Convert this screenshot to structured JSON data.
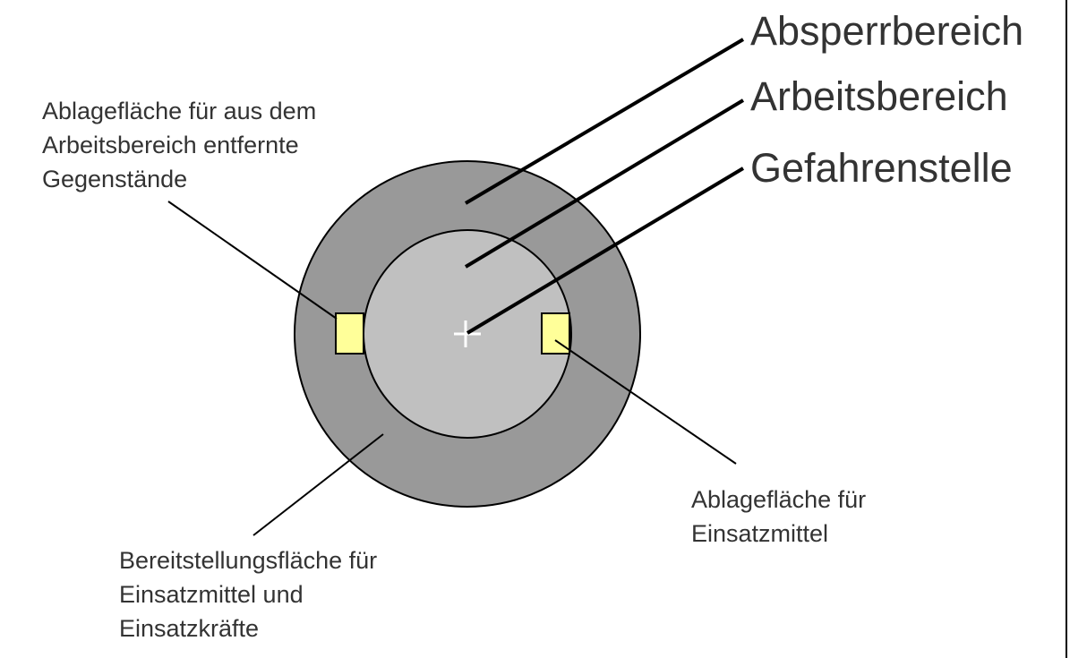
{
  "labels": {
    "absperrbereich": "Absperrbereich",
    "arbeitsbereich": "Arbeitsbereich",
    "gefahrenstelle": "Gefahrenstelle",
    "ablage_entfernt": [
      "Ablagefläche für aus dem",
      "Arbeitsbereich entfernte",
      "Gegenstände"
    ],
    "ablage_einsatzmittel": [
      "Ablagefläche für",
      "Einsatzmittel"
    ],
    "bereitstellung": [
      "Bereitstellungsfläche für",
      "Einsatzmittel und",
      "Einsatzkräfte"
    ]
  },
  "colors": {
    "outer_circle": "#999999",
    "inner_circle": "#c0c0c0",
    "storage_box": "#ffff99",
    "center_marker": "#ffffff",
    "text": "#333333"
  }
}
